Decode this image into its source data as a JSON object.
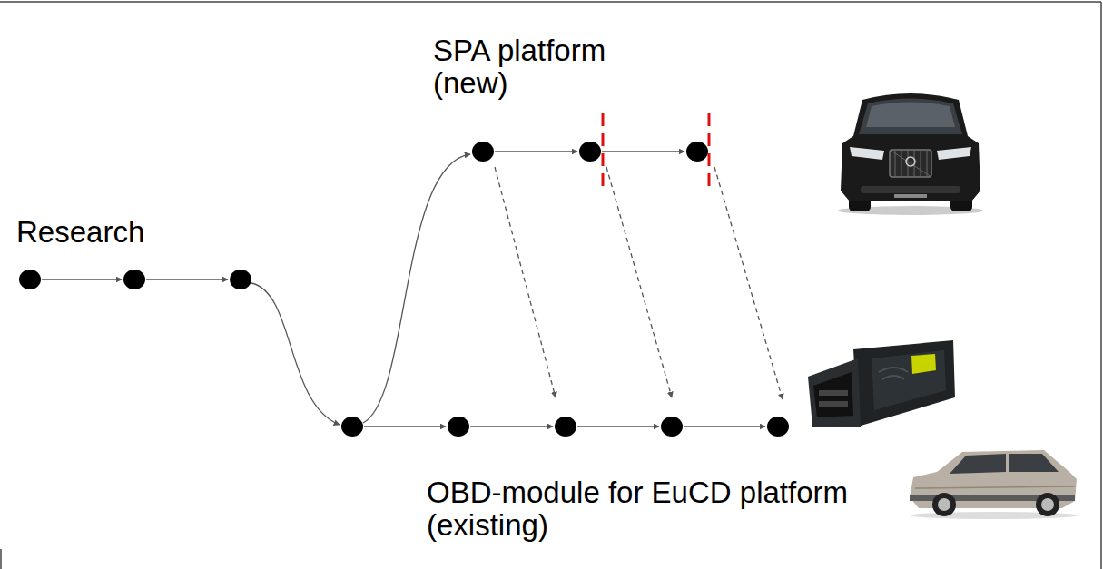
{
  "diagram": {
    "labels": [
      "SPA platform (new)",
      "Research",
      "OBD-module for EuCD platform (existing)"
    ]
  }
}
